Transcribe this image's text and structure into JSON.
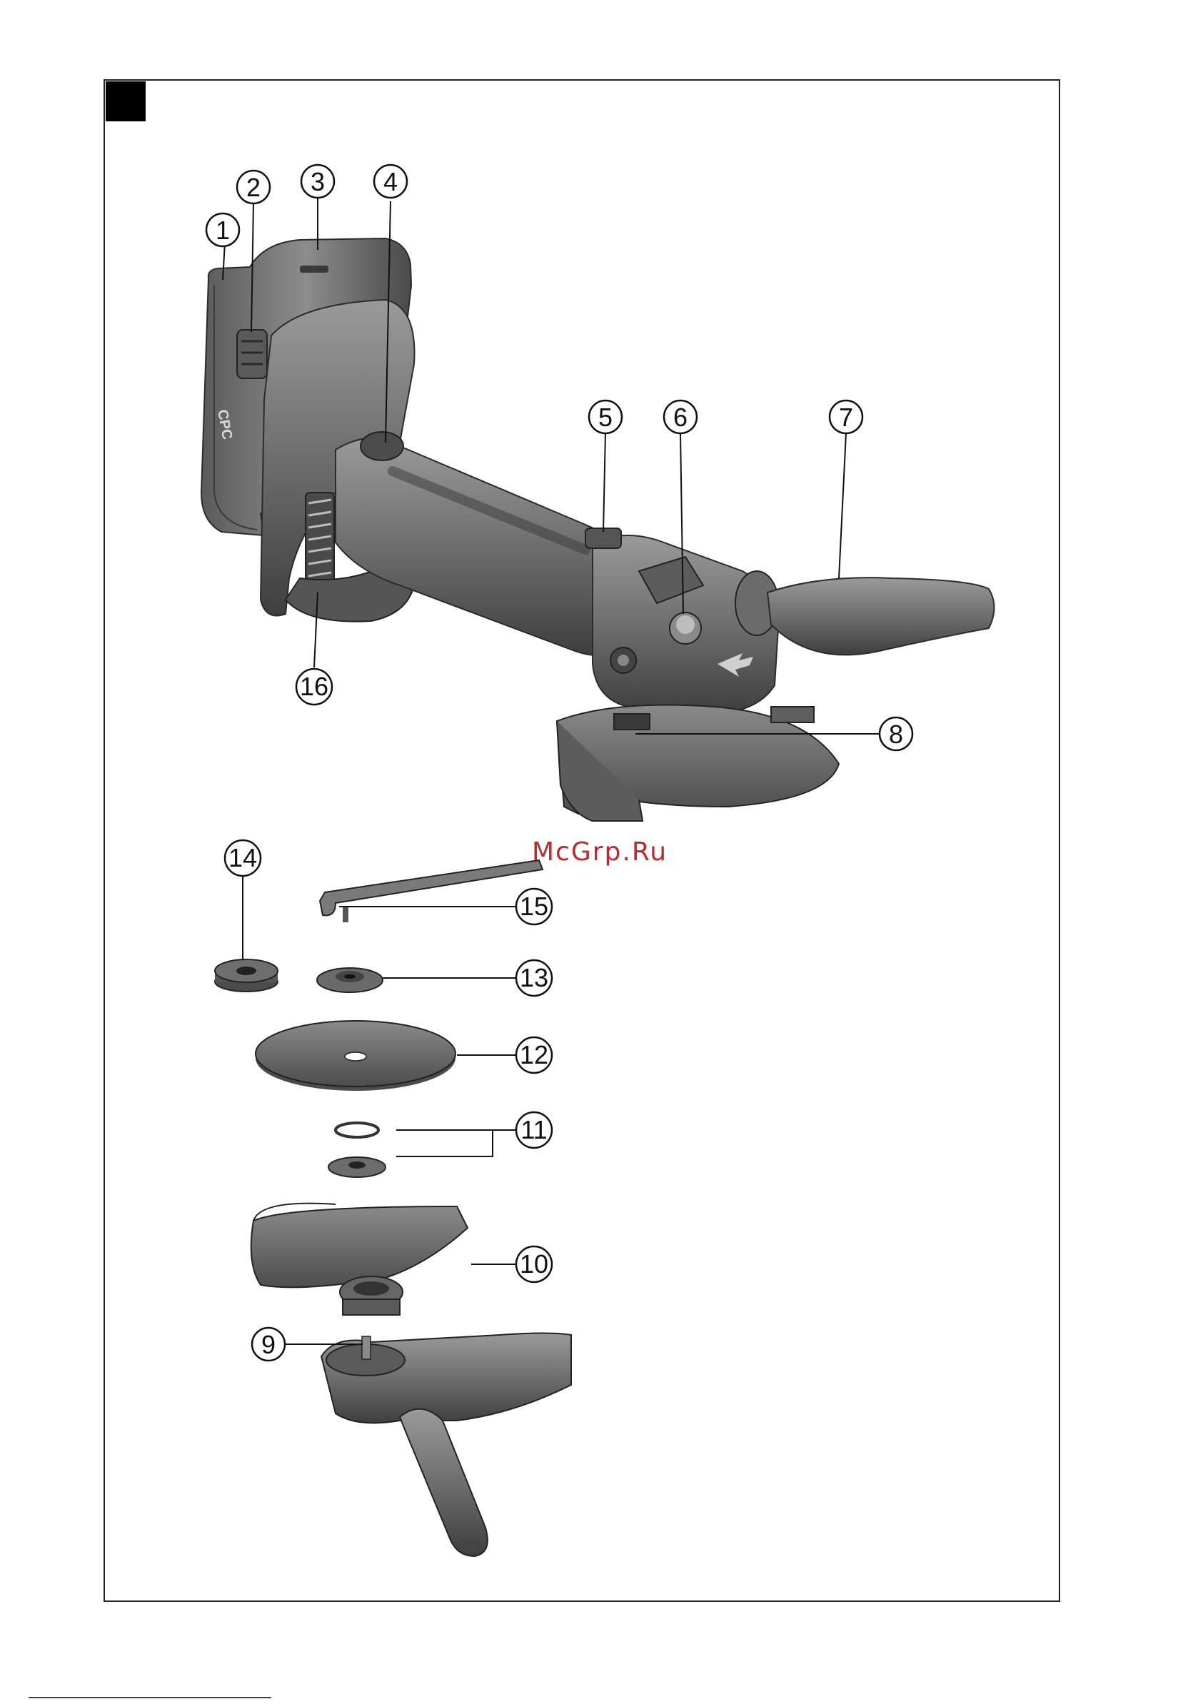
{
  "figure": {
    "section_marker_color": "#000000",
    "callout_labels": [
      "1",
      "2",
      "3",
      "4",
      "5",
      "6",
      "7",
      "8",
      "9",
      "10",
      "11",
      "12",
      "13",
      "14",
      "15",
      "16"
    ],
    "battery_marking": "CPC",
    "watermark": "McGrp.Ru"
  },
  "colors": {
    "tool_body": "#6b6b6b",
    "tool_dark": "#3f3f3f",
    "accent_watermark": "#c0282d"
  }
}
